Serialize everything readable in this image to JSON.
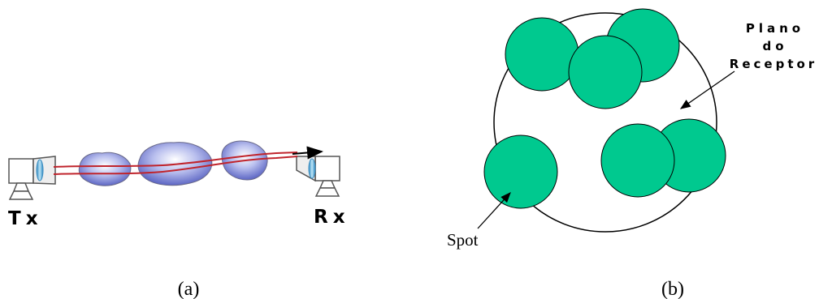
{
  "panel_a": {
    "transmitter_label": "Tx",
    "receiver_label": "Rx",
    "caption": "(a)",
    "colors": {
      "beam": "#c0242c",
      "cloud": "#5f67c7",
      "lens": "#5fb3d9"
    }
  },
  "panel_b": {
    "plane_label_lines": [
      "Plano",
      "do",
      "Receptor"
    ],
    "spot_label": "Spot",
    "caption": "(b)",
    "colors": {
      "spot": "#00c98f",
      "outline": "#000000"
    }
  }
}
